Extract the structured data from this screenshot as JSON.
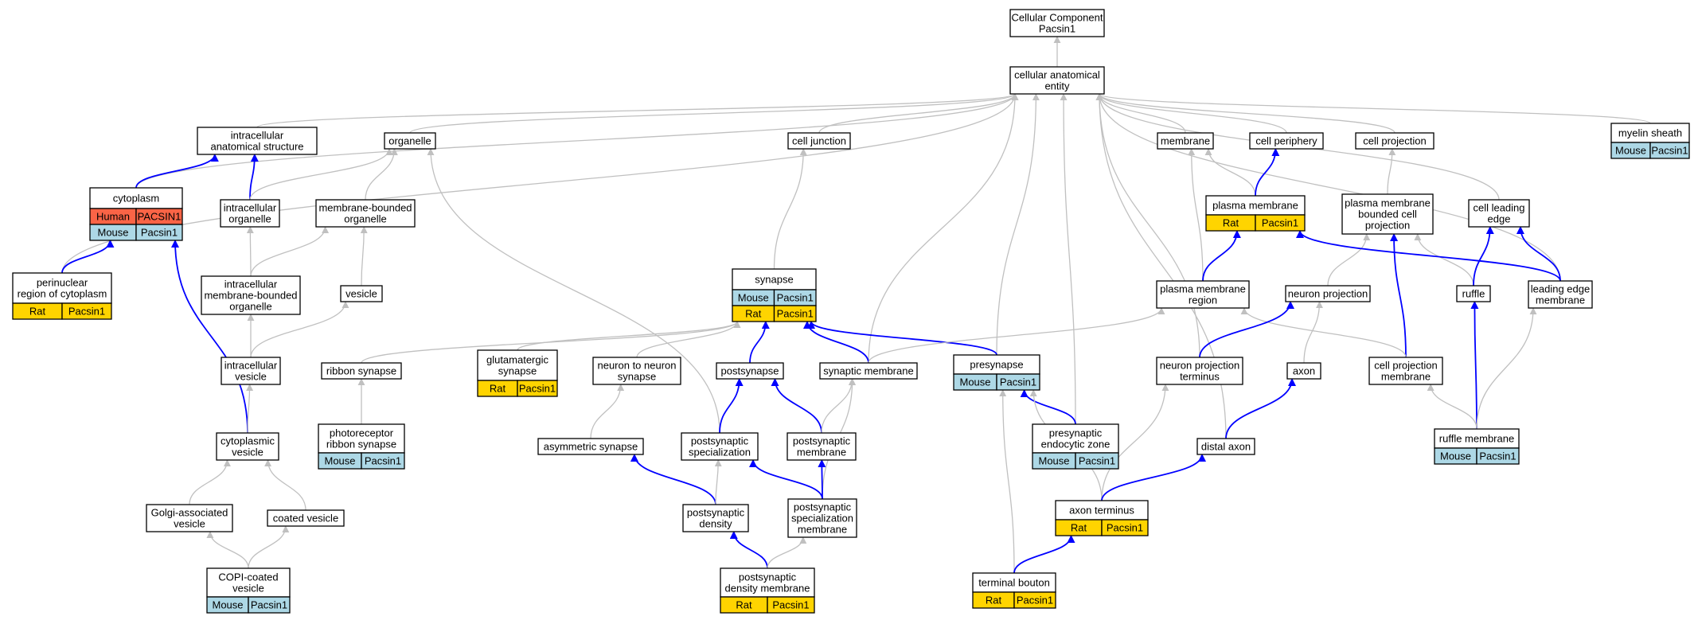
{
  "colors": {
    "human": "#fa6446",
    "mouse": "#add8e6",
    "rat": "#ffd400",
    "gray_edge": "#c0c0c0",
    "blue_edge": "#0000ff"
  },
  "nodes": {
    "root": {
      "lines": [
        "Cellular Component",
        "Pacsin1"
      ]
    },
    "cae": {
      "lines": [
        "cellular anatomical",
        "entity"
      ]
    },
    "ias": {
      "lines": [
        "intracellular",
        "anatomical structure"
      ]
    },
    "organelle": {
      "lines": [
        "organelle"
      ]
    },
    "celljunction": {
      "lines": [
        "cell junction"
      ]
    },
    "membrane": {
      "lines": [
        "membrane"
      ]
    },
    "cellperiphery": {
      "lines": [
        "cell periphery"
      ]
    },
    "cellprojection": {
      "lines": [
        "cell projection"
      ]
    },
    "myelin": {
      "lines": [
        "myelin sheath"
      ],
      "rows": [
        [
          "Mouse",
          "Pacsin1"
        ]
      ]
    },
    "cytoplasm": {
      "lines": [
        "cytoplasm"
      ],
      "rows": [
        [
          "Human",
          "PACSIN1"
        ],
        [
          "Mouse",
          "Pacsin1"
        ]
      ]
    },
    "intraorg": {
      "lines": [
        "intracellular",
        "organelle"
      ]
    },
    "mbo": {
      "lines": [
        "membrane-bounded",
        "organelle"
      ]
    },
    "plasmamembrane": {
      "lines": [
        "plasma membrane"
      ],
      "rows": [
        [
          "Rat",
          "Pacsin1"
        ]
      ]
    },
    "pmbcp": {
      "lines": [
        "plasma membrane",
        "bounded cell",
        "projection"
      ]
    },
    "cellleading": {
      "lines": [
        "cell leading",
        "edge"
      ]
    },
    "perinuclear": {
      "lines": [
        "perinuclear",
        "region of cytoplasm"
      ],
      "rows": [
        [
          "Rat",
          "Pacsin1"
        ]
      ]
    },
    "imbo": {
      "lines": [
        "intracellular",
        "membrane-bounded",
        "organelle"
      ]
    },
    "vesicle": {
      "lines": [
        "vesicle"
      ]
    },
    "synapse": {
      "lines": [
        "synapse"
      ],
      "rows": [
        [
          "Mouse",
          "Pacsin1"
        ],
        [
          "Rat",
          "Pacsin1"
        ]
      ]
    },
    "pmregion": {
      "lines": [
        "plasma membrane",
        "region"
      ]
    },
    "neuronproj": {
      "lines": [
        "neuron projection"
      ]
    },
    "ruffle": {
      "lines": [
        "ruffle"
      ]
    },
    "leadingedge": {
      "lines": [
        "leading edge",
        "membrane"
      ]
    },
    "intravesicle": {
      "lines": [
        "intracellular",
        "vesicle"
      ]
    },
    "ribbon": {
      "lines": [
        "ribbon synapse"
      ]
    },
    "glutamatergic": {
      "lines": [
        "glutamatergic",
        "synapse"
      ],
      "rows": [
        [
          "Rat",
          "Pacsin1"
        ]
      ]
    },
    "n2n": {
      "lines": [
        "neuron to neuron",
        "synapse"
      ]
    },
    "postsynapse": {
      "lines": [
        "postsynapse"
      ]
    },
    "synmembrane": {
      "lines": [
        "synaptic membrane"
      ]
    },
    "presynapse": {
      "lines": [
        "presynapse"
      ],
      "rows": [
        [
          "Mouse",
          "Pacsin1"
        ]
      ]
    },
    "npt": {
      "lines": [
        "neuron projection",
        "terminus"
      ]
    },
    "axon": {
      "lines": [
        "axon"
      ]
    },
    "cpm": {
      "lines": [
        "cell projection",
        "membrane"
      ]
    },
    "cytovesicle": {
      "lines": [
        "cytoplasmic",
        "vesicle"
      ]
    },
    "photoribbon": {
      "lines": [
        "photoreceptor",
        "ribbon synapse"
      ],
      "rows": [
        [
          "Mouse",
          "Pacsin1"
        ]
      ]
    },
    "asymsyn": {
      "lines": [
        "asymmetric synapse"
      ]
    },
    "pss": {
      "lines": [
        "postsynaptic",
        "specialization"
      ]
    },
    "psm": {
      "lines": [
        "postsynaptic",
        "membrane"
      ]
    },
    "presendo": {
      "lines": [
        "presynaptic",
        "endocytic zone"
      ],
      "rows": [
        [
          "Mouse",
          "Pacsin1"
        ]
      ]
    },
    "distalaxon": {
      "lines": [
        "distal axon"
      ]
    },
    "rufflemembrane": {
      "lines": [
        "ruffle membrane"
      ],
      "rows": [
        [
          "Mouse",
          "Pacsin1"
        ]
      ]
    },
    "golgi": {
      "lines": [
        "Golgi-associated",
        "vesicle"
      ]
    },
    "coated": {
      "lines": [
        "coated vesicle"
      ]
    },
    "psd": {
      "lines": [
        "postsynaptic",
        "density"
      ]
    },
    "pssm": {
      "lines": [
        "postsynaptic",
        "specialization",
        "membrane"
      ]
    },
    "axonterminus": {
      "lines": [
        "axon terminus"
      ],
      "rows": [
        [
          "Rat",
          "Pacsin1"
        ]
      ]
    },
    "copi": {
      "lines": [
        "COPI-coated",
        "vesicle"
      ],
      "rows": [
        [
          "Mouse",
          "Pacsin1"
        ]
      ]
    },
    "psdm": {
      "lines": [
        "postsynaptic",
        "density membrane"
      ],
      "rows": [
        [
          "Rat",
          "Pacsin1"
        ]
      ]
    },
    "bouton": {
      "lines": [
        "terminal bouton"
      ],
      "rows": [
        [
          "Rat",
          "Pacsin1"
        ]
      ]
    }
  },
  "edges": [
    {
      "from": "cae",
      "to": "root",
      "style": "gray"
    },
    {
      "from": "ias",
      "to": "cae",
      "style": "gray"
    },
    {
      "from": "organelle",
      "to": "cae",
      "style": "gray"
    },
    {
      "from": "celljunction",
      "to": "cae",
      "style": "gray"
    },
    {
      "from": "membrane",
      "to": "cae",
      "style": "gray"
    },
    {
      "from": "cellperiphery",
      "to": "cae",
      "style": "gray"
    },
    {
      "from": "cellprojection",
      "to": "cae",
      "style": "gray"
    },
    {
      "from": "myelin",
      "to": "cae",
      "style": "gray"
    },
    {
      "from": "cytoplasm",
      "to": "cae",
      "style": "gray"
    },
    {
      "from": "perinuclear",
      "to": "cae",
      "style": "gray"
    },
    {
      "from": "cellleading",
      "to": "cae",
      "style": "gray"
    },
    {
      "from": "leadingedge",
      "to": "cae",
      "style": "gray"
    },
    {
      "from": "synmembrane",
      "to": "cae",
      "style": "gray"
    },
    {
      "from": "presynapse",
      "to": "cae",
      "style": "gray"
    },
    {
      "from": "presendo",
      "to": "cae",
      "style": "gray"
    },
    {
      "from": "npt",
      "to": "cae",
      "style": "gray"
    },
    {
      "from": "distalaxon",
      "to": "cae",
      "style": "gray"
    },
    {
      "from": "cytoplasm",
      "to": "ias",
      "style": "blue"
    },
    {
      "from": "intraorg",
      "to": "ias",
      "style": "blue"
    },
    {
      "from": "intraorg",
      "to": "organelle",
      "style": "gray"
    },
    {
      "from": "mbo",
      "to": "organelle",
      "style": "gray"
    },
    {
      "from": "pss",
      "to": "organelle",
      "style": "gray"
    },
    {
      "from": "synapse",
      "to": "celljunction",
      "style": "gray"
    },
    {
      "from": "plasmamembrane",
      "to": "membrane",
      "style": "gray"
    },
    {
      "from": "pmregion",
      "to": "membrane",
      "style": "gray"
    },
    {
      "from": "plasmamembrane",
      "to": "cellperiphery",
      "style": "blue"
    },
    {
      "from": "pmbcp",
      "to": "cellprojection",
      "style": "gray"
    },
    {
      "from": "perinuclear",
      "to": "cytoplasm",
      "style": "blue"
    },
    {
      "from": "cytovesicle",
      "to": "cytoplasm",
      "style": "blue"
    },
    {
      "from": "imbo",
      "to": "intraorg",
      "style": "gray"
    },
    {
      "from": "imbo",
      "to": "mbo",
      "style": "gray"
    },
    {
      "from": "vesicle",
      "to": "mbo",
      "style": "gray"
    },
    {
      "from": "pmregion",
      "to": "plasmamembrane",
      "style": "blue"
    },
    {
      "from": "cpm",
      "to": "pmbcp",
      "style": "blue"
    },
    {
      "from": "neuronproj",
      "to": "pmbcp",
      "style": "gray"
    },
    {
      "from": "ruffle",
      "to": "pmbcp",
      "style": "gray"
    },
    {
      "from": "leadingedge",
      "to": "plasmamembrane",
      "style": "blue"
    },
    {
      "from": "ruffle",
      "to": "cellleading",
      "style": "blue"
    },
    {
      "from": "leadingedge",
      "to": "cellleading",
      "style": "blue"
    },
    {
      "from": "intravesicle",
      "to": "imbo",
      "style": "gray"
    },
    {
      "from": "intravesicle",
      "to": "vesicle",
      "style": "gray"
    },
    {
      "from": "ribbon",
      "to": "synapse",
      "style": "gray"
    },
    {
      "from": "glutamatergic",
      "to": "synapse",
      "style": "gray"
    },
    {
      "from": "n2n",
      "to": "synapse",
      "style": "gray"
    },
    {
      "from": "postsynapse",
      "to": "synapse",
      "style": "blue"
    },
    {
      "from": "synmembrane",
      "to": "synapse",
      "style": "blue"
    },
    {
      "from": "presynapse",
      "to": "synapse",
      "style": "blue"
    },
    {
      "from": "synmembrane",
      "to": "pmregion",
      "style": "gray"
    },
    {
      "from": "cpm",
      "to": "pmregion",
      "style": "gray"
    },
    {
      "from": "npt",
      "to": "neuronproj",
      "style": "blue"
    },
    {
      "from": "axon",
      "to": "neuronproj",
      "style": "gray"
    },
    {
      "from": "rufflemembrane",
      "to": "ruffle",
      "style": "blue"
    },
    {
      "from": "rufflemembrane",
      "to": "leadingedge",
      "style": "gray"
    },
    {
      "from": "rufflemembrane",
      "to": "cpm",
      "style": "gray"
    },
    {
      "from": "cytovesicle",
      "to": "intravesicle",
      "style": "gray"
    },
    {
      "from": "photoribbon",
      "to": "ribbon",
      "style": "gray"
    },
    {
      "from": "asymsyn",
      "to": "n2n",
      "style": "gray"
    },
    {
      "from": "pss",
      "to": "postsynapse",
      "style": "blue"
    },
    {
      "from": "psm",
      "to": "postsynapse",
      "style": "blue"
    },
    {
      "from": "psm",
      "to": "synmembrane",
      "style": "gray"
    },
    {
      "from": "pssm",
      "to": "synmembrane",
      "style": "gray"
    },
    {
      "from": "presendo",
      "to": "presynapse",
      "style": "blue"
    },
    {
      "from": "axonterminus",
      "to": "presynapse",
      "style": "gray"
    },
    {
      "from": "bouton",
      "to": "presynapse",
      "style": "gray"
    },
    {
      "from": "axonterminus",
      "to": "npt",
      "style": "gray"
    },
    {
      "from": "distalaxon",
      "to": "axon",
      "style": "blue"
    },
    {
      "from": "golgi",
      "to": "cytovesicle",
      "style": "gray"
    },
    {
      "from": "coated",
      "to": "cytovesicle",
      "style": "gray"
    },
    {
      "from": "psd",
      "to": "asymsyn",
      "style": "blue"
    },
    {
      "from": "psd",
      "to": "pss",
      "style": "gray"
    },
    {
      "from": "pssm",
      "to": "pss",
      "style": "blue"
    },
    {
      "from": "pssm",
      "to": "psm",
      "style": "blue"
    },
    {
      "from": "axonterminus",
      "to": "distalaxon",
      "style": "blue"
    },
    {
      "from": "copi",
      "to": "golgi",
      "style": "gray"
    },
    {
      "from": "copi",
      "to": "coated",
      "style": "gray"
    },
    {
      "from": "psdm",
      "to": "psd",
      "style": "blue"
    },
    {
      "from": "psdm",
      "to": "pssm",
      "style": "gray"
    },
    {
      "from": "bouton",
      "to": "axonterminus",
      "style": "blue"
    }
  ]
}
